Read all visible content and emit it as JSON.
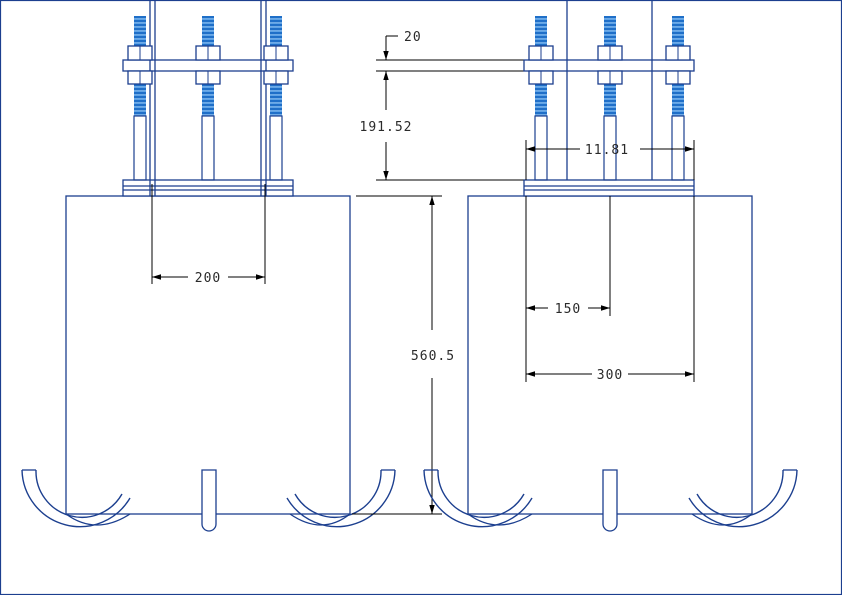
{
  "drawing": {
    "colors": {
      "outline": "#1c3f8f",
      "bolt": "#1f6fc8",
      "dimension": "#000000",
      "frame": "#1c3f8f"
    },
    "dimensions": {
      "left_bolt_spacing": "200",
      "plate_thickness": "20",
      "bolt_projection": "191.52",
      "rod_diameter": "11.81",
      "pedestal_height": "560.5",
      "right_half_spacing": "150",
      "right_bolt_spacing": "300"
    }
  }
}
